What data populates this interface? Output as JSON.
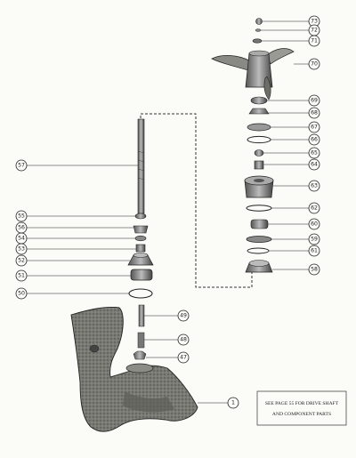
{
  "diagram": {
    "callouts": [
      {
        "id": "73",
        "text": "73"
      },
      {
        "id": "72",
        "text": "72"
      },
      {
        "id": "71",
        "text": "71"
      },
      {
        "id": "70",
        "text": "70"
      },
      {
        "id": "69",
        "text": "69"
      },
      {
        "id": "68",
        "text": "68"
      },
      {
        "id": "67",
        "text": "67"
      },
      {
        "id": "66",
        "text": "66"
      },
      {
        "id": "65",
        "text": "65"
      },
      {
        "id": "64",
        "text": "64"
      },
      {
        "id": "63",
        "text": "63"
      },
      {
        "id": "62",
        "text": "62"
      },
      {
        "id": "60",
        "text": "60"
      },
      {
        "id": "59",
        "text": "59"
      },
      {
        "id": "61",
        "text": "61"
      },
      {
        "id": "58",
        "text": "58"
      },
      {
        "id": "57",
        "text": "57"
      },
      {
        "id": "55",
        "text": "55"
      },
      {
        "id": "56",
        "text": "56"
      },
      {
        "id": "54",
        "text": "54"
      },
      {
        "id": "53",
        "text": "53"
      },
      {
        "id": "52",
        "text": "52"
      },
      {
        "id": "51",
        "text": "51"
      },
      {
        "id": "50",
        "text": "50"
      },
      {
        "id": "49",
        "text": "49"
      },
      {
        "id": "48",
        "text": "48"
      },
      {
        "id": "47",
        "text": "47"
      },
      {
        "id": "1",
        "text": "1"
      }
    ],
    "note": {
      "line1": "SEE PAGE 55 FOR DRIVE SHAFT",
      "line2": "AND COMPONENT PARTS"
    }
  }
}
